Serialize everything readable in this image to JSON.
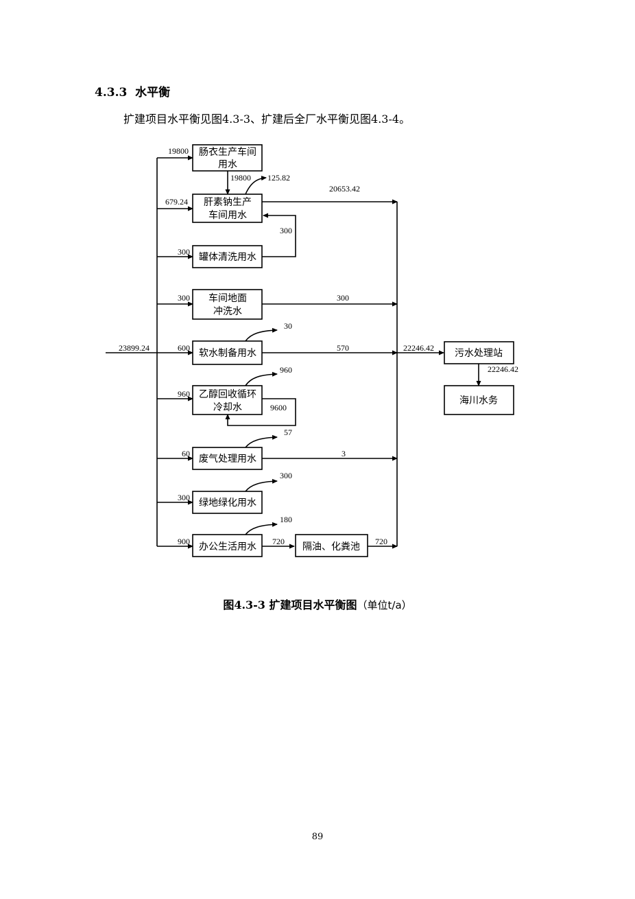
{
  "section": {
    "number": "4.3.3",
    "title": "水平衡"
  },
  "paragraph": "扩建项目水平衡见图4.3-3、扩建后全厂水平衡见图4.3-4。",
  "diagram": {
    "boxes": {
      "b1_line1": "肠衣生产车间",
      "b1_line2": "用水",
      "b2_line1": "肝素钠生产",
      "b2_line2": "车间用水",
      "b3": "罐体清洗用水",
      "b4_line1": "车间地面",
      "b4_line2": "冲洗水",
      "b5": "软水制备用水",
      "b6_line1": "乙醇回收循环",
      "b6_line2": "冷却水",
      "b7": "废气处理用水",
      "b8": "绿地绿化用水",
      "b9": "办公生活用水",
      "b10": "隔油、化粪池",
      "b11": "污水处理站",
      "b12": "海川水务"
    },
    "labels": {
      "total_in": "23899.24",
      "in1": "19800",
      "b1_to_b2": "19800",
      "loss2": "125.82",
      "in2": "679.24",
      "b2_out": "20653.42",
      "recycle3": "300",
      "in3": "300",
      "in4": "300",
      "b4_out": "300",
      "in5": "600",
      "loss5": "30",
      "b5_out": "570",
      "to_station": "22246.42",
      "station_out": "22246.42",
      "in6": "960",
      "loss6": "960",
      "recycle6": "9600",
      "in7": "60",
      "loss7": "57",
      "b7_out": "3",
      "in8": "300",
      "loss8": "300",
      "in9": "900",
      "loss9": "180",
      "b9_out": "720",
      "b10_out": "720"
    }
  },
  "caption": {
    "main": "图4.3-3   扩建项目水平衡图",
    "unit": "（单位t/a）"
  },
  "page_number": "89"
}
